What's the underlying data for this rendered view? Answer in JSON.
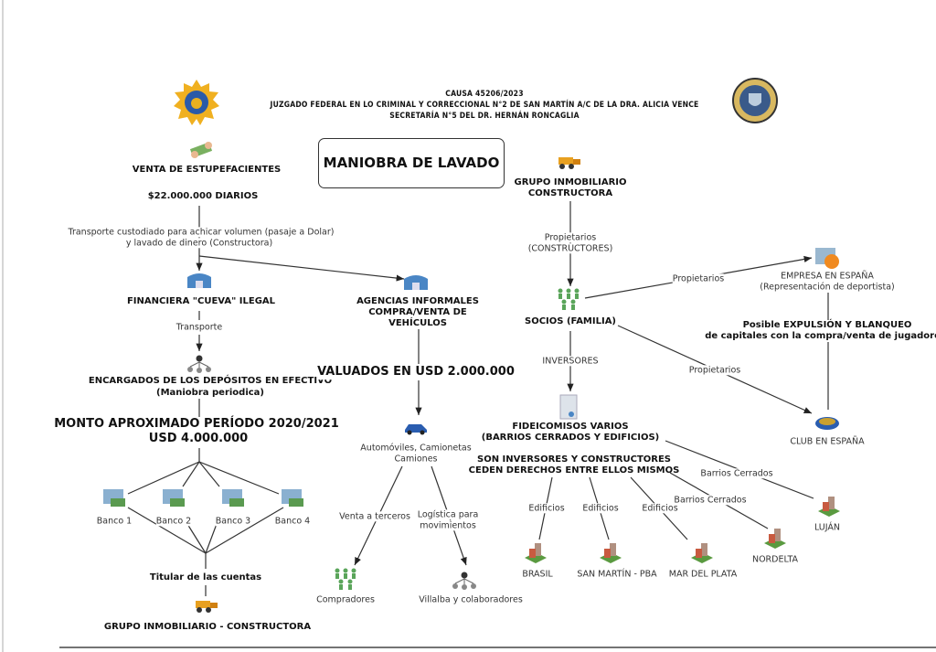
{
  "header": {
    "line1": "CAUSA 45206/2023",
    "line2": "JUZGADO FEDERAL EN LO CRIMINAL Y CORRECCIONAL N°2 DE SAN MARTÍN A/C DE LA DRA. ALICIA VENCE",
    "line3": "SECRETARÍA N°5 DEL DR. HERNÁN RONCAGLIA"
  },
  "title": "MANIOBRA DE LAVADO",
  "left": {
    "venta": "VENTA DE ESTUPEFACIENTES",
    "diarios": "$22.000.000 DIARIOS",
    "transporte_custodiado_1": "Transporte custodiado para achicar volumen (pasaje a Dolar)",
    "transporte_custodiado_2": "y lavado de dinero (Constructora)",
    "financiera": "FINANCIERA \"CUEVA\" ILEGAL",
    "transporte": "Transporte",
    "encargados_1": "ENCARGADOS DE LOS DEPÓSITOS EN EFECTIVO",
    "encargados_2": "(Maniobra periodica)",
    "monto_1": "MONTO APROXIMADO PERÍODO 2020/2021",
    "monto_2": "USD 4.000.000",
    "bancos": [
      "Banco 1",
      "Banco 2",
      "Banco 3",
      "Banco 4"
    ],
    "titular": "Titular de las cuentas",
    "grupo": "GRUPO INMOBILIARIO - CONSTRUCTORA"
  },
  "middle": {
    "agencias_1": "AGENCIAS INFORMALES",
    "agencias_2": "COMPRA/VENTA DE",
    "agencias_3": "VEHÍCULOS",
    "valuados": "VALUADOS EN USD 2.000.000",
    "autos_1": "Automóviles, Camionetas",
    "autos_2": "Camiones",
    "venta_terceros": "Venta a terceros",
    "logistica_1": "Logística para",
    "logistica_2": "movimientos",
    "compradores": "Compradores",
    "villalba": "Villalba y colaboradores"
  },
  "right": {
    "grupo_1": "GRUPO INMOBILIARIO",
    "grupo_2": "CONSTRUCTORA",
    "propietarios_constr_1": "Propietarios",
    "propietarios_constr_2": "(CONSTRUCTORES)",
    "socios": "SOCIOS (FAMILIA)",
    "propietarios_empresa": "Propietarios",
    "empresa_1": "EMPRESA EN ESPAÑA",
    "empresa_2": "(Representación de deportista)",
    "posible_1": "Posible EXPULSIÓN Y BLANQUEO",
    "posible_2": "de capitales con la compra/venta de jugadores",
    "propietarios_club": "Propietarios",
    "club": "CLUB EN ESPAÑA",
    "inversores": "INVERSORES",
    "fideicomisos_1": "FIDEICOMISOS VARIOS",
    "fideicomisos_2": "(BARRIOS CERRADOS Y EDIFICIOS)",
    "son_1": "SON INVERSORES Y CONSTRUCTORES",
    "son_2": "CEDEN DERECHOS ENTRE ELLOS MISMOS",
    "edificios": [
      "Edificios",
      "Edificios",
      "Edificios"
    ],
    "barrios": [
      "Barrios Cerrados",
      "Barrios Cerrados"
    ],
    "lugares": [
      "BRASIL",
      "SAN MARTÍN - PBA",
      "MAR DEL PLATA",
      "NORDELTA",
      "LUJÁN"
    ]
  },
  "colors": {
    "line": "#333333",
    "people": "#5aa55a",
    "bank": "#4a86c5",
    "digger": "#e8a020",
    "car": "#2a5db0"
  }
}
